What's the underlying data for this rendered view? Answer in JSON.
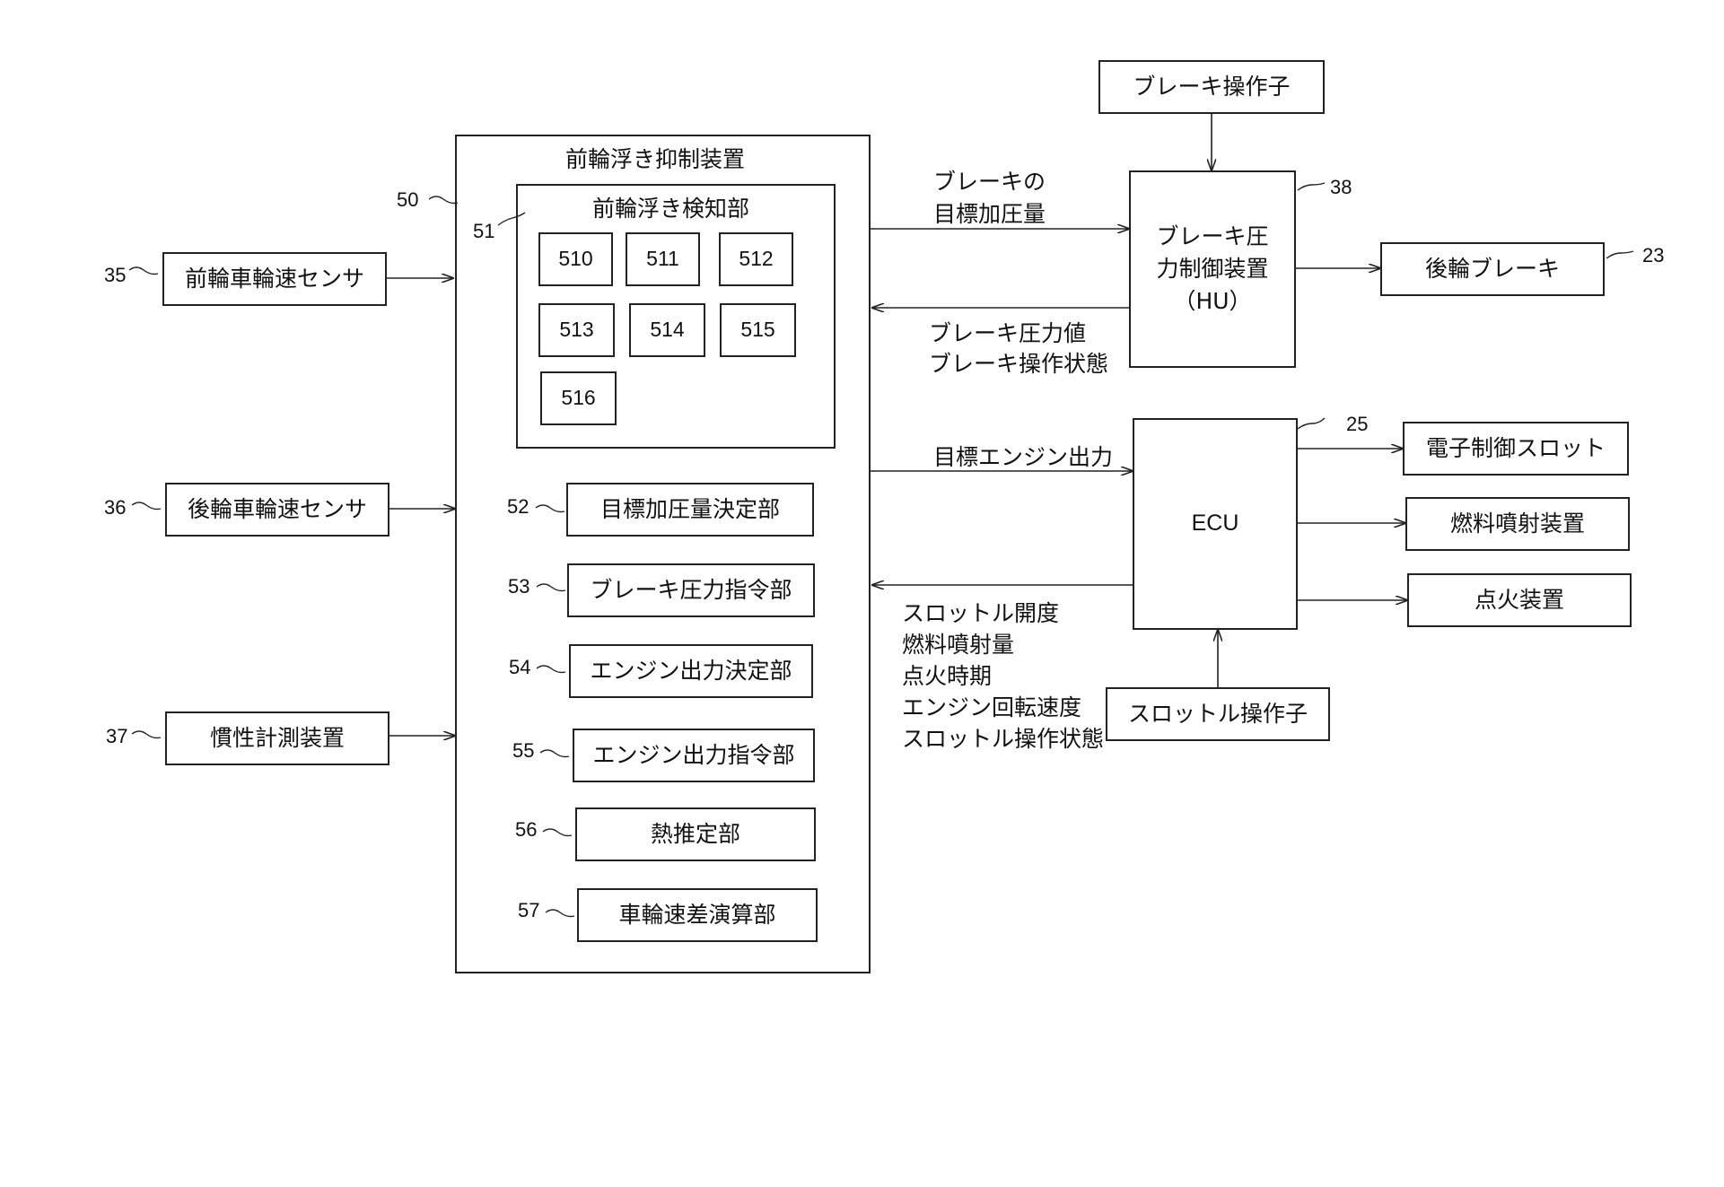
{
  "main_device": {
    "title": "前輪浮き抑制装置",
    "ref": "50",
    "detector": {
      "title": "前輪浮き検知部",
      "ref": "51",
      "cells": [
        "510",
        "511",
        "512",
        "513",
        "514",
        "515",
        "516"
      ]
    },
    "units": [
      {
        "ref": "52",
        "label": "目標加圧量決定部"
      },
      {
        "ref": "53",
        "label": "ブレーキ圧力指令部"
      },
      {
        "ref": "54",
        "label": "エンジン出力決定部"
      },
      {
        "ref": "55",
        "label": "エンジン出力指令部"
      },
      {
        "ref": "56",
        "label": "熱推定部"
      },
      {
        "ref": "57",
        "label": "車輪速差演算部"
      }
    ]
  },
  "inputs": [
    {
      "ref": "35",
      "label": "前輪車輪速センサ"
    },
    {
      "ref": "36",
      "label": "後輪車輪速センサ"
    },
    {
      "ref": "37",
      "label": "慣性計測装置"
    }
  ],
  "brake": {
    "operator": "ブレーキ操作子",
    "hu_label": "ブレーキ圧\n力制御装置\n（HU）",
    "hu_ref": "38",
    "rear_brake": "後輪ブレーキ",
    "rear_brake_ref": "23",
    "signal_out": "ブレーキの\n目標加圧量",
    "signal_in": "ブレーキ圧力値\nブレーキ操作状態"
  },
  "engine": {
    "ecu_label": "ECU",
    "ecu_ref": "25",
    "signal_out": "目標エンジン出力",
    "signal_in": "スロットル開度\n燃料噴射量\n点火時期\nエンジン回転速度\nスロットル操作状態",
    "throttle_operator": "スロットル操作子",
    "outputs": [
      "電子制御スロット",
      "燃料噴射装置",
      "点火装置"
    ]
  }
}
